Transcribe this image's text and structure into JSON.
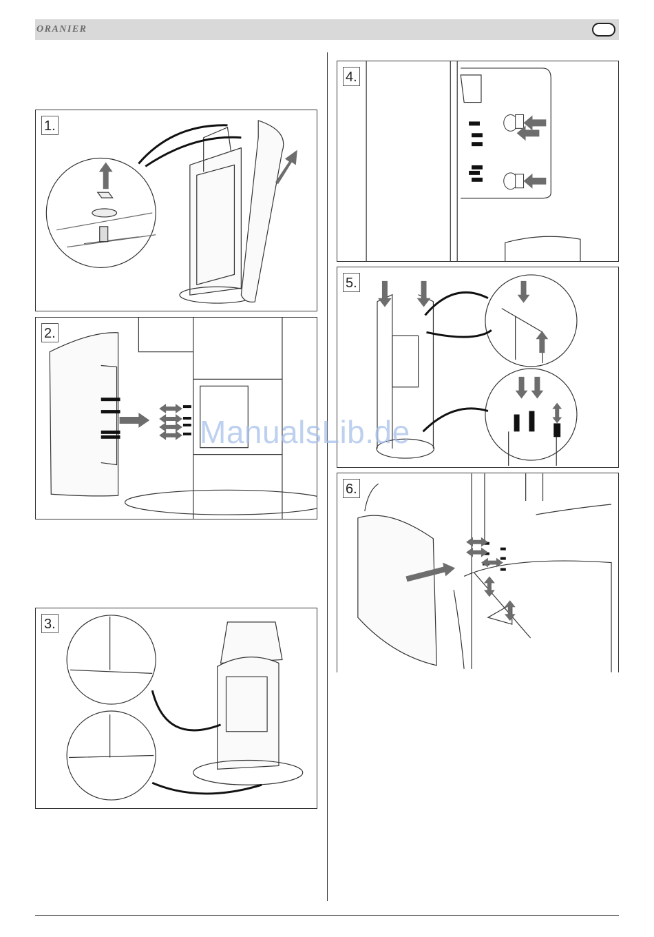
{
  "header": {
    "logo": "ORANIER"
  },
  "steps": [
    {
      "label": "1."
    },
    {
      "label": "2."
    },
    {
      "label": "3."
    },
    {
      "label": "4."
    },
    {
      "label": "5."
    },
    {
      "label": "6."
    }
  ],
  "watermark": "ManualsLib.de",
  "colors": {
    "header_bg": "#d9d9d9",
    "arrow": "#6d6d6d",
    "line": "#333333",
    "watermark": "#a7c1ea"
  }
}
